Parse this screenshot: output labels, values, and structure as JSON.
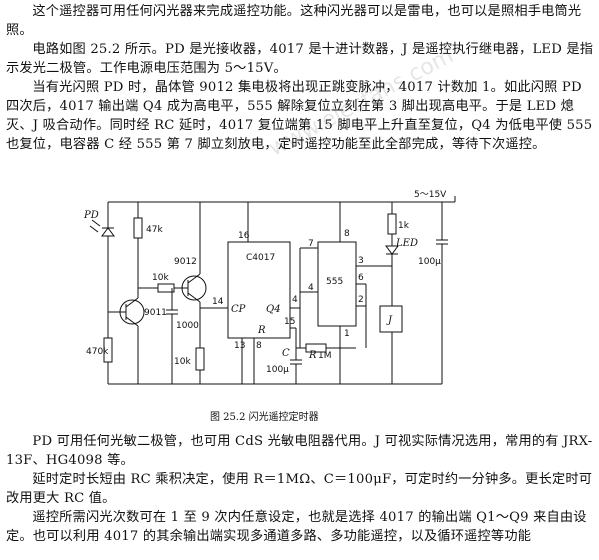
{
  "paragraphs_top": [
    {
      "text": "这个遥控器可用任何闪光器来完成遥控功能。这种闪光器可以是雷电，也可以是照相手电筒光照。",
      "indent": true
    },
    {
      "text": "电路如图 25.2 所示。PD 是光接收器，4017 是十进计数器，J 是遥控执行继电器，LED 是指示发光二极管。工作电源电压范围为 5～15V。",
      "indent": true
    },
    {
      "text": "当有光闪照 PD 时，晶体管 9012 集电极将出现正跳变脉冲，4017 计数加 1。如此闪照 PD 四次后，4017 输出端 Q4 成为高电平，555 解除复位立刻在第 3 脚出现高电平。于是 LED 熄灭、J 吸合动作。同时经 RC 延时，4017 复位端第 15 脚电平上升直至复位，Q4 为低电平使 555 也复位，电容器 C 经 555 第 7 脚立刻放电，定时遥控功能至此全部完成，等待下次遥控。",
      "indent": true
    }
  ],
  "watermark": "www.elecfans.com",
  "schematic": {
    "supply_label": "5～15V",
    "labels": {
      "pd": "PD",
      "r47k": "47k",
      "r10k_a": "10k",
      "t9012": "9012",
      "t9011": "9011",
      "c1000": "1000",
      "r470k": "470k",
      "r10k_b": "10k",
      "ic4017": "C4017",
      "pin16": "16",
      "pin14": "14",
      "cp": "CP",
      "q4": "Q4",
      "pin4": "4",
      "r_pin": "R",
      "pin15": "15",
      "pin13": "13",
      "pin8_4017": "8",
      "cap_c": "C",
      "cap_c_val": "100μ",
      "res_r": "R",
      "res_r_val": "1M",
      "ic555": "555",
      "p555_7": "7",
      "p555_8": "8",
      "p555_4": "4",
      "p555_6": "6",
      "p555_2": "2",
      "p555_3": "3",
      "p555_1": "1",
      "r1k": "1k",
      "led": "LED",
      "relay": "J",
      "c100u": "100μ"
    },
    "caption": "图 25.2    闪光遥控定时器"
  },
  "paragraphs_bottom": [
    {
      "text": "PD 可用任何光敏二极管，也可用 CdS 光敏电阻器代用。J 可视实际情况选用，常用的有 JRX-13F、HG4098 等。",
      "indent": true
    },
    {
      "text": "延时定时长短由 RC 乘积决定，使用 R＝1MΩ、C＝100μF，可定时约一分钟多。更长定时可改用更大 RC 值。",
      "indent": true
    },
    {
      "text": "遥控所需闪光次数可在 1 至 9 次内任意设定，也就是选择 4017 的输出端 Q1～Q9 来自由设定。也可以利用 4017 的其余输出端实现多通道多路、多功能遥控，以及循环遥控等功能",
      "indent": true
    }
  ]
}
